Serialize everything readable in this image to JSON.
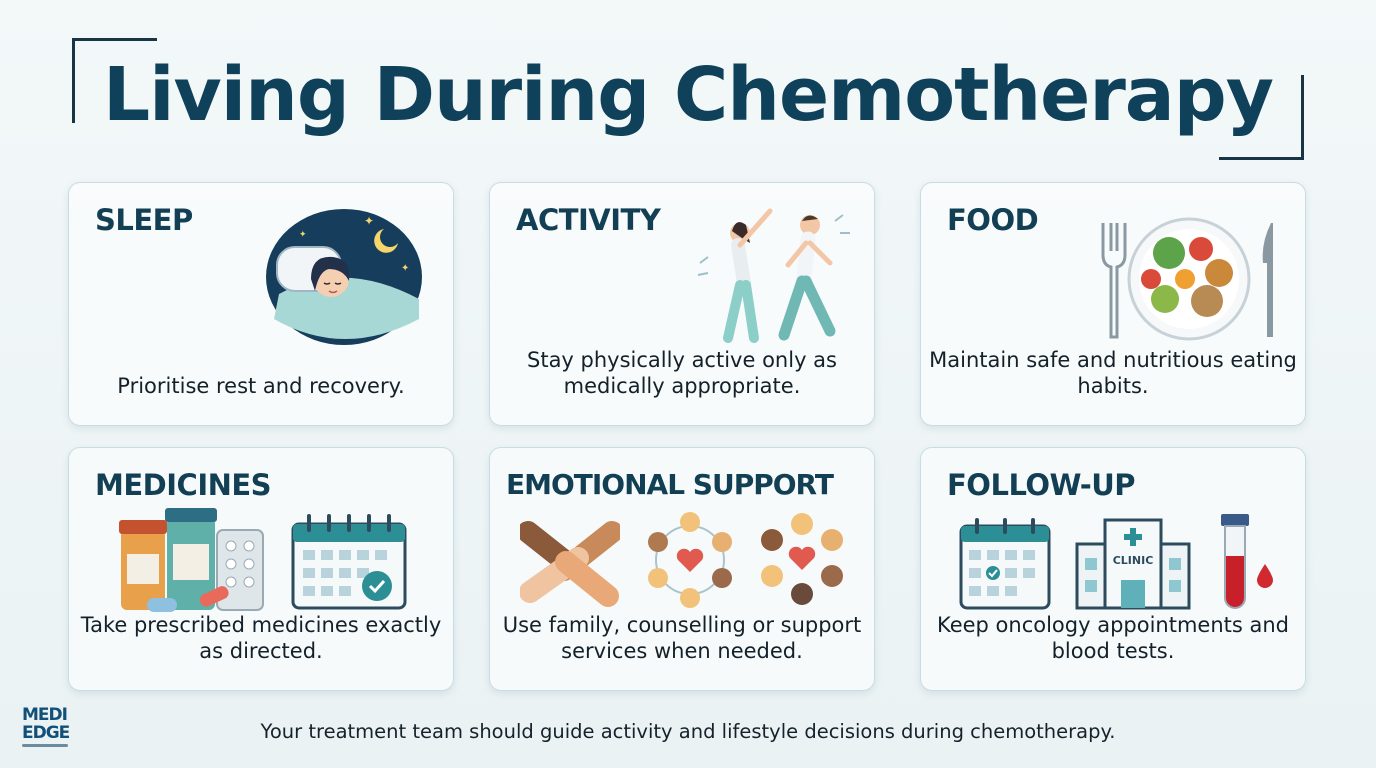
{
  "title": "Living During Chemotherapy",
  "cards": [
    {
      "heading": "SLEEP",
      "text": "Prioritise rest and recovery."
    },
    {
      "heading": "ACTIVITY",
      "text": "Stay physically active only as medically appropriate."
    },
    {
      "heading": "FOOD",
      "text": "Maintain safe and nutritious eating habits."
    },
    {
      "heading": "MEDICINES",
      "text": "Take prescribed medicines exactly as directed."
    },
    {
      "heading": "EMOTIONAL SUPPORT",
      "text": "Use family, counselling or support services when needed."
    },
    {
      "heading": "FOLLOW-UP",
      "text": "Keep oncology appointments and blood tests."
    }
  ],
  "clinic_sign": "CLINIC",
  "footer": "Your treatment team should guide activity and lifestyle decisions during chemotherapy.",
  "logo": {
    "line1": "MEDI",
    "line2": "EDGE"
  },
  "colors": {
    "title": "#10415a",
    "accent_teal": "#2c8f95",
    "card_border": "#c8dde3"
  }
}
